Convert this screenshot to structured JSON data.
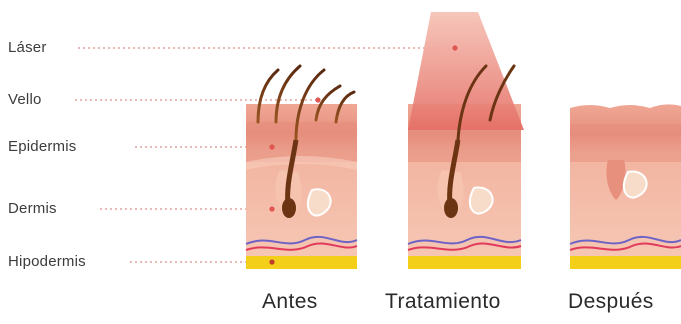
{
  "labels": {
    "laser": "Láser",
    "hair": "Vello",
    "epidermis": "Epidermis",
    "dermis": "Dermis",
    "hypodermis": "Hipodermis"
  },
  "captions": {
    "before": "Antes",
    "treatment": "Tratamiento",
    "after": "Después"
  },
  "colors": {
    "dermis": "#f3bba3",
    "epidermis": "#e58c7b",
    "fat": "#f3cf1a",
    "hair": "#7a3d17",
    "laser": "#ea8a7d",
    "vein": "#6e62c6",
    "artery": "#e23a5b",
    "pointer": "#e25550"
  }
}
